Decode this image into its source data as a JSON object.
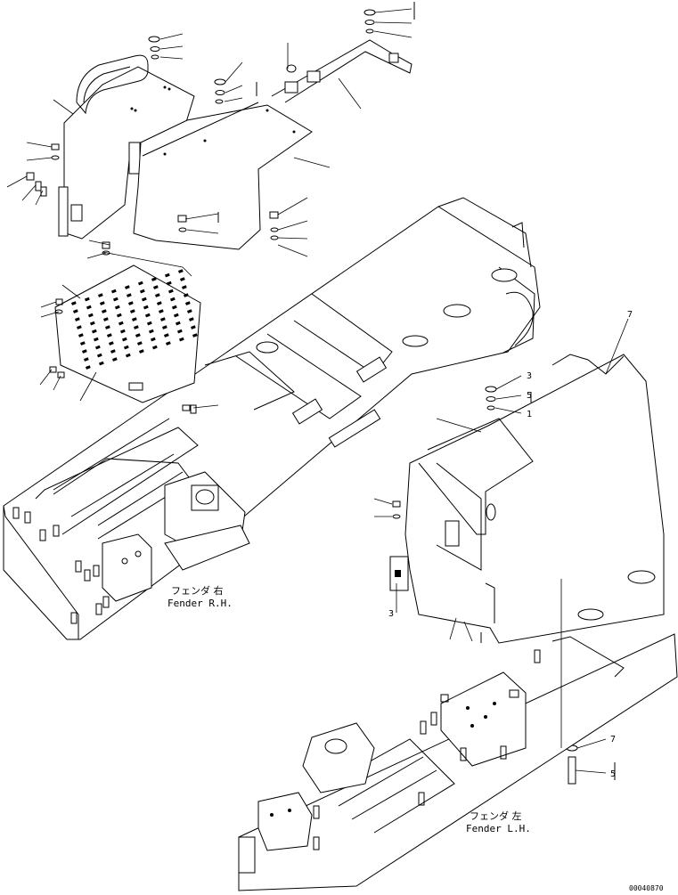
{
  "labels": {
    "fender_rh_jp": "フェンダ 右",
    "fender_rh_en": "Fender R.H.",
    "fender_lh_jp": "フェンダ 左",
    "fender_lh_en": "Fender L.H.",
    "drawing_code": "00040870"
  },
  "callouts": {
    "c1": "7",
    "c2": "3",
    "c3": "5",
    "c4": "1",
    "c5": "3",
    "c6": "7",
    "c7": "5"
  }
}
